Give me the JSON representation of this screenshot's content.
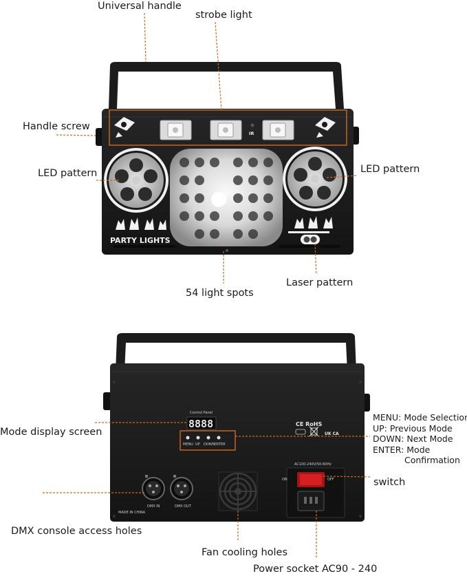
{
  "callouts": {
    "universal_handle": "Universal handle",
    "strobe_light": "strobe light",
    "handle_screw": "Handle screw",
    "led_pattern_left": "LED pattern",
    "led_pattern_right": "LED pattern",
    "light_spots": "54 light spots",
    "laser_pattern": "Laser pattern",
    "mode_display": "Mode display screen",
    "switch": "switch",
    "dmx": "DMX console access holes",
    "fan": "Fan cooling holes",
    "power": "Power socket AC90 - 240"
  },
  "menu_legend": {
    "line1": "MENU: Mode Selection",
    "line2": "UP: Previous Mode",
    "line3": "DOWN: Next Mode",
    "line4": "ENTER: Mode",
    "line5": "Confirmation"
  },
  "device_front": {
    "party_text": "PARTY LIGHTS",
    "ir_text": "IR"
  },
  "device_back": {
    "panel_title": "Control Panel",
    "display_digits": "8888",
    "button_labels": [
      "MENU",
      "UP",
      "DOWN",
      "ENTER"
    ],
    "dmx_in": "DMX IN",
    "dmx_out": "DMX OUT",
    "made_in": "MADE IN CHINA",
    "ac_label": "AC100-240V/50-60Hz",
    "on": "ON",
    "off": "OFF",
    "ce_rohs": "CE RoHS",
    "ukca": "UK CA"
  },
  "colors": {
    "callout_line": "#d2691e",
    "device_body": "#1b1b1b",
    "switch_red": "#d42020"
  }
}
